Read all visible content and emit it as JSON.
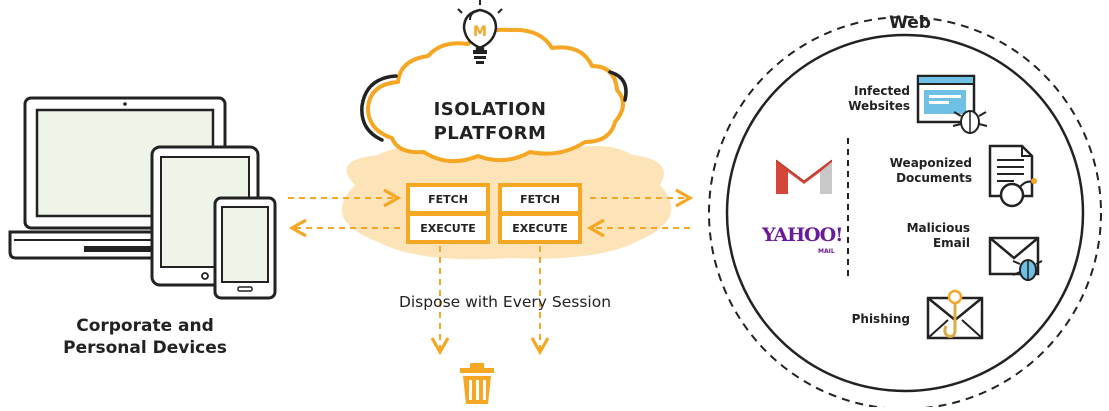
{
  "devices": {
    "label_line1": "Corporate and",
    "label_line2": "Personal Devices"
  },
  "platform": {
    "title_line1": "ISOLATION",
    "title_line2": "PLATFORM",
    "bulb_letter": "M",
    "containers": [
      {
        "fetch": "FETCH",
        "execute": "EXECUTE"
      },
      {
        "fetch": "FETCH",
        "execute": "EXECUTE"
      }
    ],
    "dispose_text": "Dispose with Every Session"
  },
  "web": {
    "title": "Web",
    "email_providers": {
      "yahoo": "YAHOO!",
      "yahoo_sub": "MAIL"
    },
    "threats": [
      {
        "line1": "Infected",
        "line2": "Websites",
        "icon": "infected-website-icon"
      },
      {
        "line1": "Weaponized",
        "line2": "Documents",
        "icon": "weaponized-document-icon"
      },
      {
        "line1": "Malicious",
        "line2": "Email",
        "icon": "malicious-email-icon"
      },
      {
        "line1": "Phishing",
        "line2": "",
        "icon": "phishing-icon"
      }
    ]
  },
  "colors": {
    "orange": "#F5A623",
    "cloud_fill": "#FDE3B8",
    "dark": "#222222",
    "blue_icon": "#6EC1E4",
    "gmail_red": "#D44638",
    "yahoo_purple": "#6A1B9A"
  }
}
